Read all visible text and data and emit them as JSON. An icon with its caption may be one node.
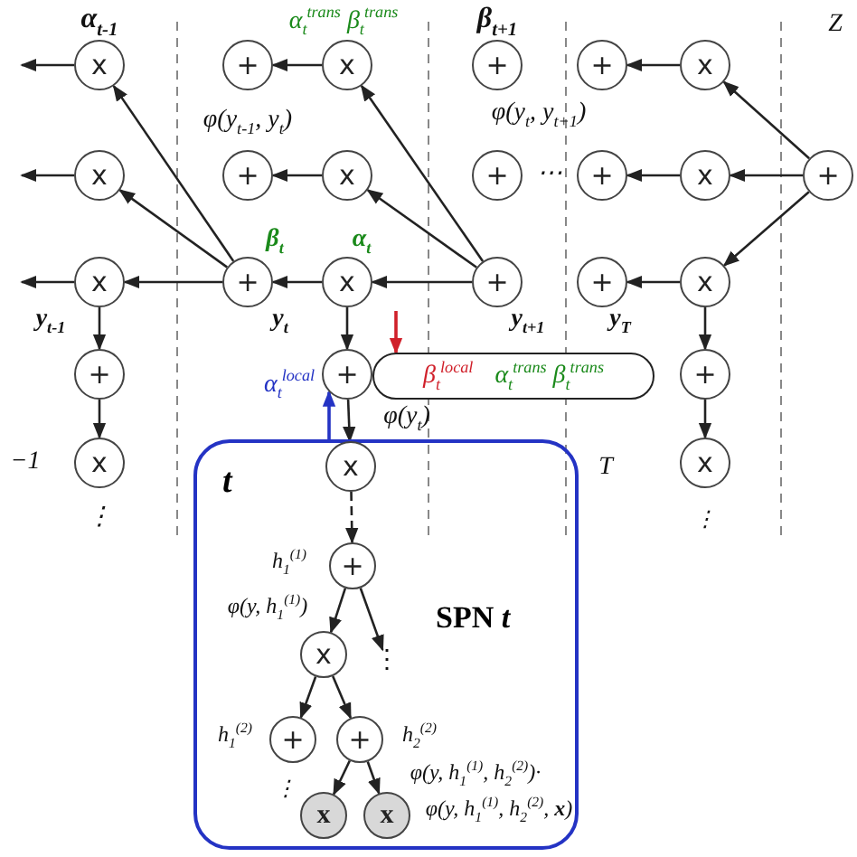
{
  "diagram": {
    "nodes": [
      {
        "text": [
          "x"
        ],
        "beside": [
          "α$_{t-1}$"
        ]
      },
      {
        "text": [
          "+"
        ]
      },
      {
        "text": [
          "x"
        ]
      },
      {
        "text": [
          "+"
        ],
        "beside": [
          "β$_{t+1}$"
        ]
      },
      {
        "text": [
          "+"
        ]
      },
      {
        "text": [
          "x"
        ]
      },
      {
        "text": [
          "x"
        ]
      },
      {
        "text": [
          "+"
        ]
      },
      {
        "text": [
          "x"
        ]
      },
      {
        "text": [
          "+"
        ]
      },
      {
        "text": [
          "+"
        ]
      },
      {
        "text": [
          "x"
        ]
      },
      {
        "text": [
          "+"
        ]
      },
      {
        "text": [
          "x"
        ]
      },
      {
        "text": [
          "+"
        ]
      },
      {
        "text": [
          "x"
        ]
      },
      {
        "text": [
          "+"
        ]
      },
      {
        "text": [
          "+"
        ]
      },
      {
        "text": [
          "x"
        ]
      },
      {
        "text": [
          "+"
        ]
      },
      {
        "text": [
          "+"
        ]
      },
      {
        "text": [
          "β$_{t}$$^{local}$",
          "α$_{t}$$^{trans}$ β$_{t}$$^{trans}$"
        ]
      },
      {
        "text": [
          "+"
        ]
      },
      {
        "text": [
          "x"
        ],
        "beside": [
          "⋮"
        ]
      },
      {
        "text": [
          "t",
          "SPN *t*"
        ]
      },
      {
        "text": [
          "x"
        ],
        "in": 24
      },
      {
        "text": [
          "+"
        ],
        "in": 24,
        "beside": [
          "h$_{1}$$^{(1)}$"
        ]
      },
      {
        "text": [
          "x"
        ],
        "in": 24
      },
      {
        "text": [
          "+"
        ],
        "in": 24,
        "beside": [
          "h$_{1}$$^{(2)}$"
        ]
      },
      {
        "text": [
          "+"
        ],
        "in": 24,
        "beside": [
          "h$_{2}$$^{(2)}$"
        ]
      },
      {
        "text": [
          "x"
        ],
        "in": 24
      },
      {
        "text": [
          "x"
        ],
        "in": 24
      },
      {
        "text": [
          "x"
        ],
        "beside": [
          "⋮"
        ]
      },
      {
        "text": [
          "⋮"
        ],
        "in": 24
      }
    ],
    "edges": [
      {
        "from": 0,
        "to": null,
        "arrow": "to"
      },
      {
        "from": 6,
        "to": null,
        "arrow": "to"
      },
      {
        "from": 13,
        "to": null,
        "arrow": "to"
      },
      {
        "from": 2,
        "to": 1,
        "arrow": "to"
      },
      {
        "from": 8,
        "to": 7,
        "arrow": "to"
      },
      {
        "from": 14,
        "to": 13,
        "arrow": "to"
      },
      {
        "from": 15,
        "to": 14,
        "arrow": "to"
      },
      {
        "from": 16,
        "to": 15,
        "arrow": "to"
      },
      {
        "from": 14,
        "to": 0,
        "arrow": "to"
      },
      {
        "from": 14,
        "to": 6,
        "arrow": "to"
      },
      {
        "from": 16,
        "to": 2,
        "arrow": "to"
      },
      {
        "from": 16,
        "to": 8,
        "arrow": "to"
      },
      {
        "from": 5,
        "to": 4,
        "arrow": "to"
      },
      {
        "from": 11,
        "to": 10,
        "arrow": "to"
      },
      {
        "from": 18,
        "to": 17,
        "arrow": "to"
      },
      {
        "from": 12,
        "to": 5,
        "arrow": "to"
      },
      {
        "from": 12,
        "to": 11,
        "arrow": "to"
      },
      {
        "from": 12,
        "to": 18,
        "arrow": "to"
      },
      {
        "from": 13,
        "to": 19,
        "arrow": "to"
      },
      {
        "from": 19,
        "to": 23,
        "arrow": "to"
      },
      {
        "from": 15,
        "to": 20,
        "arrow": "to"
      },
      {
        "from": 20,
        "to": 25,
        "arrow": "to"
      },
      {
        "from": 18,
        "to": 22,
        "arrow": "to"
      },
      {
        "from": 22,
        "to": 32,
        "arrow": "to"
      },
      {
        "from": 25,
        "to": 26,
        "arrow": "to",
        "style": "dashed"
      },
      {
        "from": 26,
        "to": 27,
        "arrow": "to"
      },
      {
        "from": 26,
        "to": 33,
        "arrow": "to"
      },
      {
        "from": 27,
        "to": 28,
        "arrow": "to"
      },
      {
        "from": 27,
        "to": 29,
        "arrow": "to"
      },
      {
        "from": 29,
        "to": 30,
        "arrow": "to"
      },
      {
        "from": 29,
        "to": 31,
        "arrow": "to"
      },
      {
        "from": null,
        "to": 21,
        "arrow": "to",
        "color": "#d0202a"
      },
      {
        "from": 24,
        "to": 20,
        "arrow": "to",
        "color": "#2433c4",
        "label": "α$_{t}$$^{local}$"
      }
    ],
    "labels": [
      "α$_{t}$$^{trans}$ β$_{t}$$^{trans}$",
      "Z",
      "φ(y$_{t-1}$, y$_{t}$)",
      "φ(y$_{t}$, y$_{t+1}$)",
      "⋯",
      "β$_{t}$",
      "α$_{t}$",
      "y$_{t-1}$",
      "y$_{t}$",
      "y$_{t+1}$",
      "y$_{T}$",
      "−1",
      "φ(y$_{t}$)",
      "T",
      "φ(y, h$_{1}$$^{(1)}$)",
      "⋮",
      "φ(y, h$_{1}$$^{(1)}$, h$_{2}$$^{(2)}$)·",
      "φ(y, h$_{1}$$^{(1)}$, h$_{2}$$^{(2)}$, **x**)"
    ]
  }
}
